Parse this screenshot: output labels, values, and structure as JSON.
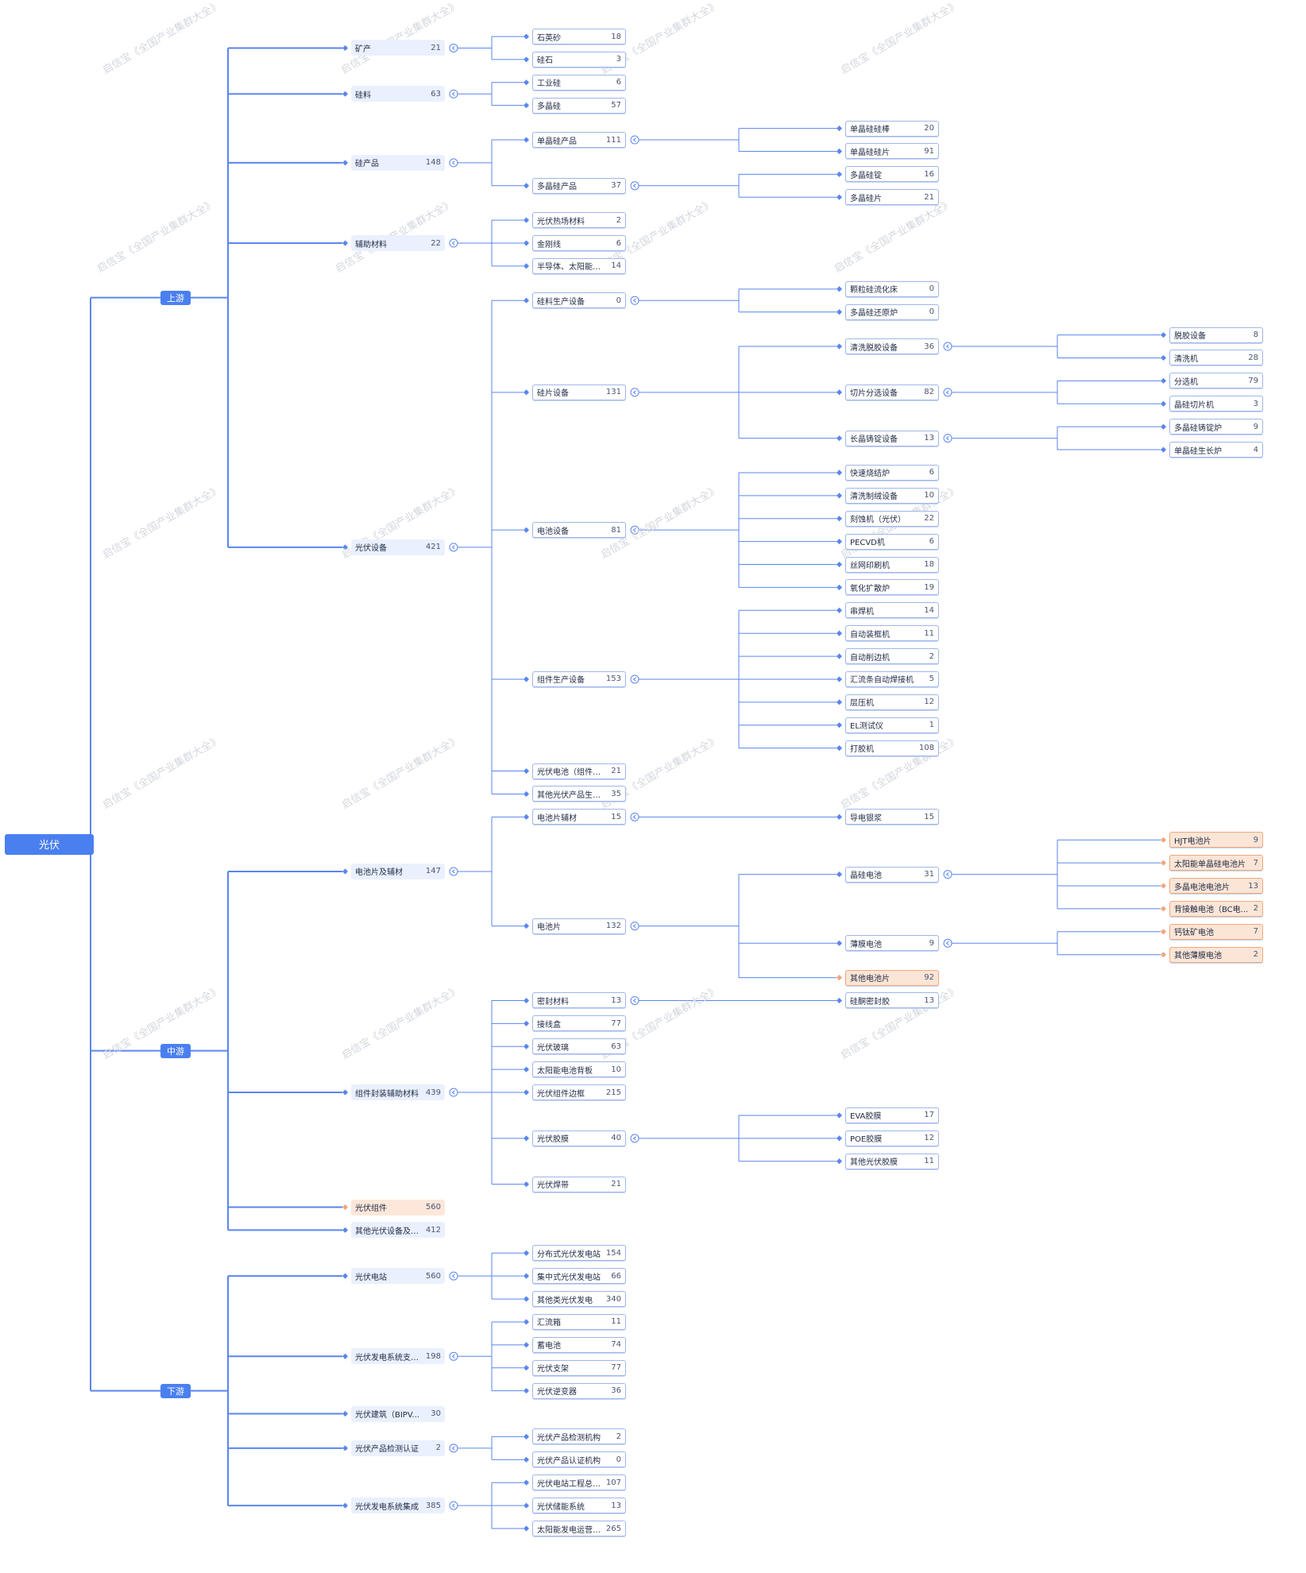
{
  "colors": {
    "accent": "#4a7ff0",
    "line": "#5a86ee",
    "highlight": "#fbe5d6",
    "highlight_border": "#f0a77d"
  },
  "watermark": "启信宝《全国产业集群大全》",
  "root": {
    "label": "光伏"
  },
  "stages": [
    {
      "label": "上游",
      "children": [
        {
          "label": "矿产",
          "count": "21",
          "children": [
            {
              "label": "石英砂",
              "count": "18"
            },
            {
              "label": "硅石",
              "count": "3"
            }
          ]
        },
        {
          "label": "硅料",
          "count": "63",
          "children": [
            {
              "label": "工业硅",
              "count": "6"
            },
            {
              "label": "多晶硅",
              "count": "57"
            }
          ]
        },
        {
          "label": "硅产品",
          "count": "148",
          "children": [
            {
              "label": "单晶硅产品",
              "count": "111",
              "children": [
                {
                  "label": "单晶硅硅棒",
                  "count": "20"
                },
                {
                  "label": "单晶硅硅片",
                  "count": "91"
                }
              ]
            },
            {
              "label": "多晶硅产品",
              "count": "37",
              "children": [
                {
                  "label": "多晶硅锭",
                  "count": "16"
                },
                {
                  "label": "多晶硅片",
                  "count": "21"
                }
              ]
            }
          ]
        },
        {
          "label": "辅助材料",
          "count": "22",
          "children": [
            {
              "label": "光伏热场材料",
              "count": "2"
            },
            {
              "label": "金刚线",
              "count": "6"
            },
            {
              "label": "半导体、太阳能用石...",
              "count": "14"
            }
          ]
        },
        {
          "label": "光伏设备",
          "count": "421",
          "children": [
            {
              "label": "硅料生产设备",
              "count": "0",
              "children": [
                {
                  "label": "颗粒硅流化床",
                  "count": "0"
                },
                {
                  "label": "多晶硅还原炉",
                  "count": "0"
                }
              ]
            },
            {
              "label": "硅片设备",
              "count": "131",
              "children": [
                {
                  "label": "清洗脱胶设备",
                  "count": "36",
                  "children": [
                    {
                      "label": "脱胶设备",
                      "count": "8"
                    },
                    {
                      "label": "清洗机",
                      "count": "28"
                    }
                  ]
                },
                {
                  "label": "切片分选设备",
                  "count": "82",
                  "children": [
                    {
                      "label": "分选机",
                      "count": "79"
                    },
                    {
                      "label": "晶硅切片机",
                      "count": "3"
                    }
                  ]
                },
                {
                  "label": "长晶铸锭设备",
                  "count": "13",
                  "children": [
                    {
                      "label": "多晶硅铸锭炉",
                      "count": "9"
                    },
                    {
                      "label": "单晶硅生长炉",
                      "count": "4"
                    }
                  ]
                }
              ]
            },
            {
              "label": "电池设备",
              "count": "81",
              "children": [
                {
                  "label": "快速烧结炉",
                  "count": "6"
                },
                {
                  "label": "清洗制绒设备",
                  "count": "10"
                },
                {
                  "label": "刻蚀机（光伏）",
                  "count": "22"
                },
                {
                  "label": "PECVD机",
                  "count": "6"
                },
                {
                  "label": "丝网印刷机",
                  "count": "18"
                },
                {
                  "label": "氧化扩散炉",
                  "count": "19"
                }
              ]
            },
            {
              "label": "组件生产设备",
              "count": "153",
              "children": [
                {
                  "label": "串焊机",
                  "count": "14"
                },
                {
                  "label": "自动装框机",
                  "count": "11"
                },
                {
                  "label": "自动削边机",
                  "count": "2"
                },
                {
                  "label": "汇流条自动焊接机",
                  "count": "5"
                },
                {
                  "label": "层压机",
                  "count": "12"
                },
                {
                  "label": "EL测试仪",
                  "count": "1"
                },
                {
                  "label": "打胶机",
                  "count": "108"
                }
              ]
            },
            {
              "label": "光伏电池（组件）自...",
              "count": "21"
            },
            {
              "label": "其他光伏产品生产设...",
              "count": "35"
            }
          ]
        }
      ]
    },
    {
      "label": "中游",
      "children": [
        {
          "label": "电池片及辅材",
          "count": "147",
          "children": [
            {
              "label": "电池片辅材",
              "count": "15",
              "children": [
                {
                  "label": "导电银浆",
                  "count": "15"
                }
              ]
            },
            {
              "label": "电池片",
              "count": "132",
              "children": [
                {
                  "label": "晶硅电池",
                  "count": "31",
                  "children": [
                    {
                      "label": "HJT电池片",
                      "count": "9",
                      "hl": true
                    },
                    {
                      "label": "太阳能单晶硅电池片",
                      "count": "7",
                      "hl": true
                    },
                    {
                      "label": "多晶电池电池片",
                      "count": "13",
                      "hl": true
                    },
                    {
                      "label": "背接触电池（BC电...",
                      "count": "2",
                      "hl": true
                    }
                  ]
                },
                {
                  "label": "薄膜电池",
                  "count": "9",
                  "children": [
                    {
                      "label": "钙钛矿电池",
                      "count": "7",
                      "hl": true
                    },
                    {
                      "label": "其他薄膜电池",
                      "count": "2",
                      "hl": true
                    }
                  ]
                },
                {
                  "label": "其他电池片",
                  "count": "92",
                  "hl": true
                }
              ]
            }
          ]
        },
        {
          "label": "组件封装辅助材料",
          "count": "439",
          "children": [
            {
              "label": "密封材料",
              "count": "13",
              "children": [
                {
                  "label": "硅酮密封胶",
                  "count": "13"
                }
              ]
            },
            {
              "label": "接线盒",
              "count": "77"
            },
            {
              "label": "光伏玻璃",
              "count": "63"
            },
            {
              "label": "太阳能电池背板",
              "count": "10"
            },
            {
              "label": "光伏组件边框",
              "count": "215"
            },
            {
              "label": "光伏胶膜",
              "count": "40",
              "children": [
                {
                  "label": "EVA胶膜",
                  "count": "17"
                },
                {
                  "label": "POE胶膜",
                  "count": "12"
                },
                {
                  "label": "其他光伏胶膜",
                  "count": "11"
                }
              ]
            },
            {
              "label": "光伏焊带",
              "count": "21"
            }
          ]
        },
        {
          "label": "光伏组件",
          "count": "560",
          "hl": true
        },
        {
          "label": "其他光伏设备及元...",
          "count": "412"
        }
      ]
    },
    {
      "label": "下游",
      "children": [
        {
          "label": "光伏电站",
          "count": "560",
          "children": [
            {
              "label": "分布式光伏发电站",
              "count": "154"
            },
            {
              "label": "集中式光伏发电站",
              "count": "66"
            },
            {
              "label": "其他类光伏发电",
              "count": "340"
            }
          ]
        },
        {
          "label": "光伏发电系统支撑...",
          "count": "198",
          "children": [
            {
              "label": "汇流箱",
              "count": "11"
            },
            {
              "label": "蓄电池",
              "count": "74"
            },
            {
              "label": "光伏支架",
              "count": "77"
            },
            {
              "label": "光伏逆变器",
              "count": "36"
            }
          ]
        },
        {
          "label": "光伏建筑（BIPV...",
          "count": "30"
        },
        {
          "label": "光伏产品检测认证",
          "count": "2",
          "children": [
            {
              "label": "光伏产品检测机构",
              "count": "2"
            },
            {
              "label": "光伏产品认证机构",
              "count": "0"
            }
          ]
        },
        {
          "label": "光伏发电系统集成",
          "count": "385",
          "children": [
            {
              "label": "光伏电站工程总承...",
              "count": "107"
            },
            {
              "label": "光伏储能系统",
              "count": "13"
            },
            {
              "label": "太阳能发电运营维...",
              "count": "265"
            }
          ]
        }
      ]
    }
  ]
}
